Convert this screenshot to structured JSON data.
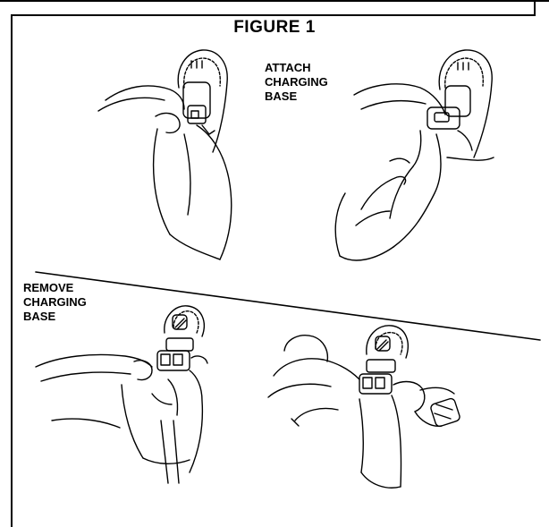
{
  "figure": {
    "title": "FIGURE 1",
    "attach_caption": "ATTACH\nCHARGING\nBASE",
    "remove_caption": "REMOVE\nCHARGING\nBASE"
  },
  "colors": {
    "ink": "#000000",
    "paper": "#ffffff"
  },
  "panels": [
    {
      "id": "attach-step-1",
      "icon": "hands-holding-hearing-aid-icon"
    },
    {
      "id": "attach-step-2",
      "icon": "hands-attaching-charging-base-icon"
    },
    {
      "id": "remove-step-1",
      "icon": "hands-squeezing-charging-base-icon"
    },
    {
      "id": "remove-step-2",
      "icon": "hand-removing-charging-base-icon"
    }
  ]
}
